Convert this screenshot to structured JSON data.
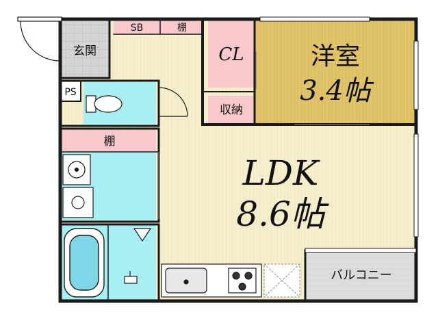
{
  "rooms": {
    "genkan": "玄関",
    "sb": "SB",
    "shelf_top": "棚",
    "cl": "CL",
    "western_name": "洋室",
    "western_size": "3.4帖",
    "ps": "PS",
    "storage": "収納",
    "shelf_wash": "棚",
    "ldk_name": "LDK",
    "ldk_size": "8.6帖",
    "balcony": "バルコニー"
  },
  "colors": {
    "wall": "#1a1a1a",
    "floor_wood": "#f6efcf",
    "western_floor": "#e0c36a",
    "water_area": "#a8eef2",
    "closet": "#f8c9cc",
    "balcony": "#dcdcdc",
    "genkan_tile": "#d4d4d4"
  }
}
